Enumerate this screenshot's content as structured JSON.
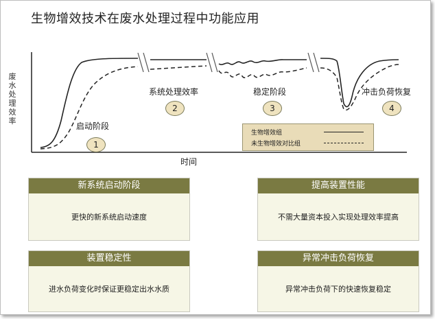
{
  "title": "生物增效技术在废水处理过程中功能应用",
  "axes": {
    "y_label": "废水处理效率",
    "x_label": "时间"
  },
  "phases": [
    {
      "label": "启动阶段",
      "number": "1"
    },
    {
      "label": "系统处理效率",
      "number": "2"
    },
    {
      "label": "稳定阶段",
      "number": "3"
    },
    {
      "label": "冲击负荷恢复",
      "number": "4"
    }
  ],
  "legend": {
    "bioaugmented": "生物增效组",
    "control": "未生物增效对比组"
  },
  "boxes": [
    {
      "heading": "新系统启动阶段",
      "body": "更快的新系统启动速度"
    },
    {
      "heading": "提高装置性能",
      "body": "不需大量资本投入实现处理效率提高"
    },
    {
      "heading": "装置稳定性",
      "body": "进水负荷变化时保证更稳定出水水质"
    },
    {
      "heading": "异常冲击负荷恢复",
      "body": "异常冲击负荷下的快速恢复稳定"
    }
  ],
  "colors": {
    "box_header": "#7a7a42",
    "box_body": "#f6f6e6",
    "legend_bg": "#e9dcb8",
    "marker_bg": "#efe3bf"
  }
}
